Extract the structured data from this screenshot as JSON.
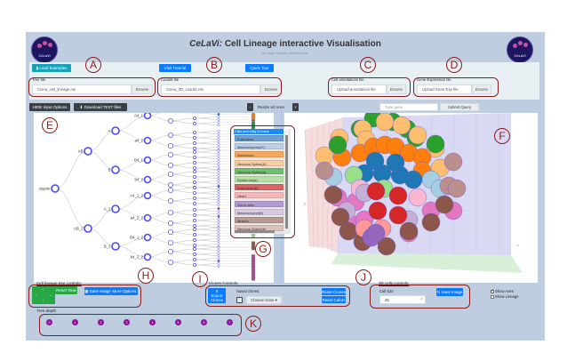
{
  "header": {
    "title_italic": "CeLaVi:",
    "title_rest": " Cell Lineage interactive Visualisation",
    "subtitle": "by Irepan Salvador-Martinez et al.",
    "logo_text": "CeLaVi"
  },
  "toolbar": {
    "load_examples": "Load Examples",
    "visit_tutorial": "Visit Tutorial",
    "quick_tour": "Quick Tour"
  },
  "files": {
    "tree": {
      "label": "Tree file",
      "value": "Ciona_cell_lineage.nw",
      "browse": "Browse"
    },
    "coords": {
      "label": "Coords file",
      "value": "Ciona_3D_coords.csv",
      "browse": "Browse"
    },
    "annotations": {
      "label": "Cell annotations file",
      "placeholder": "Upload annotations file",
      "browse": "Browse"
    },
    "gene_expression": {
      "label": "Gene Expression file",
      "placeholder": "Upload Gene Exp file",
      "browse": "Browse"
    }
  },
  "viz_toolbar": {
    "hide_input": "HIDE Input Options",
    "download_test": "Download TEST files",
    "resize_minus": "-",
    "resize_label": "Resize viz Area",
    "resize_plus": "+",
    "gene_placeholder": "Type gene",
    "submit": "Submit Query"
  },
  "tree": {
    "root": "zygote",
    "level1": [
      "AB",
      "AB_2"
    ],
    "level2": [
      "A",
      "B",
      "A_2",
      "B_2"
    ],
    "level3": [
      "A4_1",
      "a4_2",
      "B4_1",
      "b4_2",
      "A4_1_2",
      "a4_2_2",
      "B4_1_2",
      "b4_2_2"
    ]
  },
  "legend": {
    "header": "Click and drag to move",
    "close": "-",
    "items": [
      {
        "label": "Endoderm",
        "color": "#6f9fcf"
      },
      {
        "label": "Mesenchyme(A*)",
        "color": "#b9cfe8"
      },
      {
        "label": "Notochord",
        "color": "#f7a65e"
      },
      {
        "label": "Nervous Sytem(A)",
        "color": "#f8cda4"
      },
      {
        "label": "Nervous Sytem(a)",
        "color": "#6fbf6f"
      },
      {
        "label": "Epidermis(a)",
        "color": "#b7e0a8"
      },
      {
        "label": "Endoderm(B)",
        "color": "#d96464"
      },
      {
        "label": "Heart",
        "color": "#f4b8b8"
      },
      {
        "label": "Germ cells",
        "color": "#b29ad0"
      },
      {
        "label": "Mesenchyme(B)",
        "color": "#d8cbe3"
      },
      {
        "label": "Muscle",
        "color": "#b59a93"
      },
      {
        "label": "Nervous Sytem(b)",
        "color": "#dcc2bd"
      }
    ]
  },
  "annotations": [
    "A",
    "B",
    "C",
    "D",
    "E",
    "F",
    "G",
    "H",
    "I",
    "J",
    "K"
  ],
  "lineage_controls": {
    "label": "Cell lineage tree controls:",
    "reset_view": "Reset View",
    "save_image": "Save Image",
    "more_options": "More Options",
    "arrows": [
      "↑",
      "←",
      "→",
      "↓"
    ]
  },
  "clone_controls": {
    "label": "Clones Controls:",
    "export": "Export Clones",
    "saved_label": "Saved clones:",
    "choose": "Choose clone",
    "reset_clones": "Reset Clones",
    "reset_colors": "Reset Colors"
  },
  "cells3d_controls": {
    "label": "3D cells controls:",
    "cell_size_label": "Cell size",
    "cell_size": "45",
    "save_image": "Save Image",
    "show_axes": "Show Axes",
    "show_axes_checked": true,
    "show_lineage": "Show Lineage",
    "show_lineage_checked": false
  },
  "tree_depth": {
    "label": "Tree depth",
    "levels": [
      "0",
      "1",
      "2",
      "3",
      "4",
      "5",
      "6",
      "7"
    ]
  },
  "colors": {
    "panel_bg": "#bfcde0",
    "annotation": "#8b1c1c",
    "node": "#4b4bf0",
    "depth": "#8e0f9c"
  }
}
